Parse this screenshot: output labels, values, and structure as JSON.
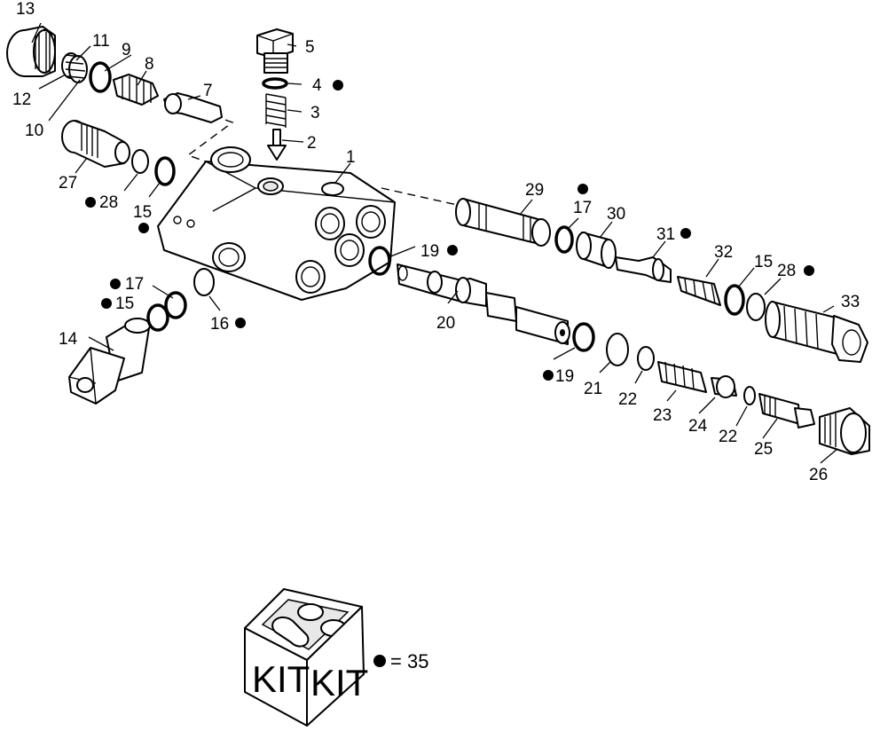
{
  "labels": {
    "p1": "1",
    "p2": "2",
    "p3": "3",
    "p4": "4",
    "p5": "5",
    "p7": "7",
    "p8": "8",
    "p9": "9",
    "p10": "10",
    "p11": "11",
    "p12": "12",
    "p13": "13",
    "p14": "14",
    "p15a": "15",
    "p15b": "15",
    "p15c": "15",
    "p16": "16",
    "p17a": "17",
    "p17b": "17",
    "p19a": "19",
    "p19b": "19",
    "p20": "20",
    "p21": "21",
    "p22a": "22",
    "p22b": "22",
    "p23": "23",
    "p24": "24",
    "p25": "25",
    "p26": "26",
    "p27": "27",
    "p28a": "28",
    "p28b": "28",
    "p29": "29",
    "p30": "30",
    "p31": "31",
    "p32": "32",
    "p33": "33"
  },
  "kit": {
    "word_left": "KIT",
    "word_right": "KIT",
    "legend": "= 35"
  }
}
